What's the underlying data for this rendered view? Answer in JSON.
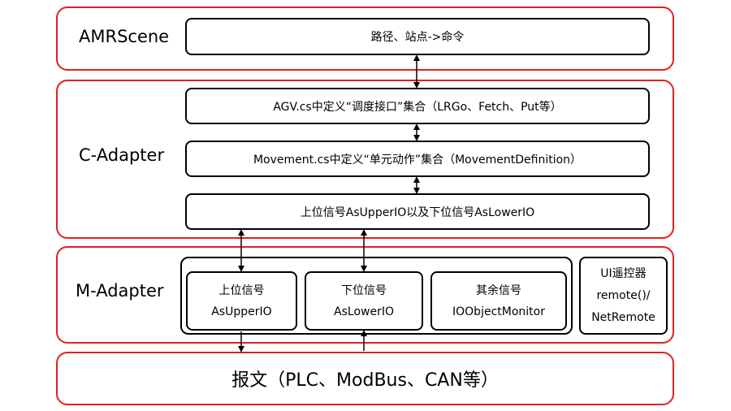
{
  "layers": {
    "amr": "AMRScene",
    "c": "C-Adapter",
    "m": "M-Adapter"
  },
  "boxes": {
    "route": "路径、站点->命令",
    "agv": "AGV.cs中定义“调度接口”集合（LRGo、Fetch、Put等）",
    "movement": "Movement.cs中定义“单元动作”集合（MovementDefinition）",
    "io": "上位信号AsUpperIO以及下位信号AsLowerIO"
  },
  "m_boxes": {
    "upper": {
      "line1": "上位信号",
      "line2": "AsUpperIO"
    },
    "lower": {
      "line1": "下位信号",
      "line2": "AsLowerIO"
    },
    "other": {
      "line1": "其余信号",
      "line2": "IOObjectMonitor"
    },
    "remote": {
      "line1": "UI遥控器",
      "line2": "remote()/",
      "line3": "NetRemote"
    }
  },
  "bottom": "报文（PLC、ModBus、CAN等）",
  "colors": {
    "layer_border": "#e02020",
    "box_border": "#000000"
  }
}
